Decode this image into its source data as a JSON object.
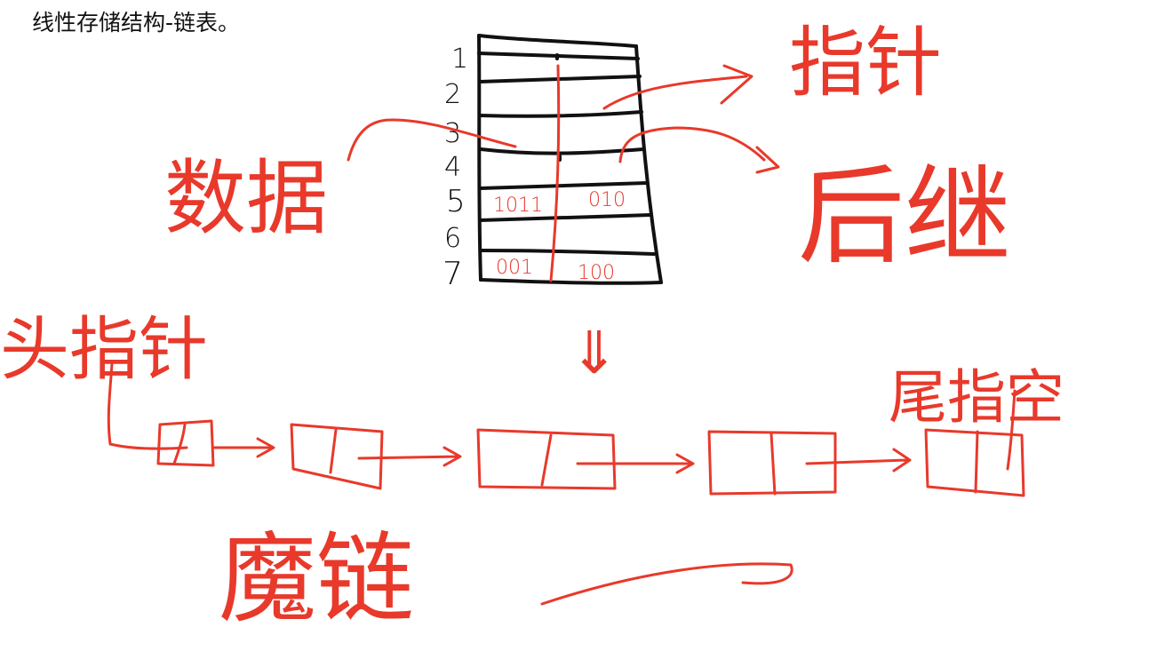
{
  "document": {
    "title": "线性存储结构-链表。"
  },
  "memory": {
    "row_numbers": [
      "1",
      "2",
      "3",
      "4",
      "5",
      "6",
      "7"
    ],
    "row5": {
      "data": "1011",
      "pointer": "010"
    },
    "row7": {
      "data": "001",
      "pointer": "100"
    }
  },
  "annotations": {
    "data": "数据",
    "pointer": "指针",
    "successor": "后继",
    "down_arrow": "⇓",
    "head_pointer": "头指针",
    "tail_pointer_null": "尾指空",
    "magic_chain": "魔链"
  },
  "linked_list": {
    "node_count": 5
  },
  "colors": {
    "ink_red": "#e8392b",
    "ink_black": "#111111"
  }
}
